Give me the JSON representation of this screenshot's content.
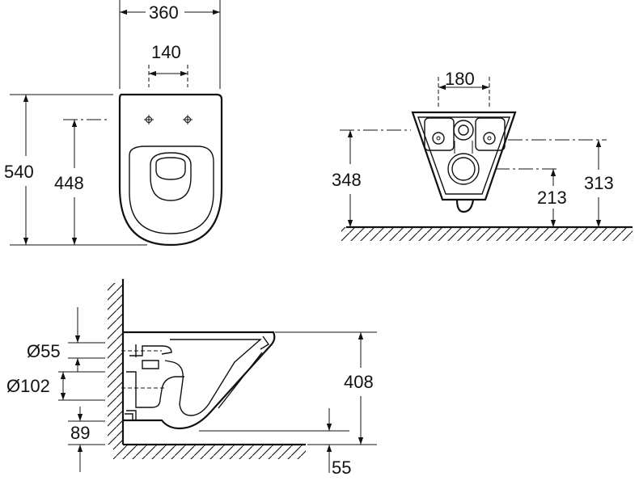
{
  "dimensions": {
    "top_width": "360",
    "bolt_spacing": "140",
    "total_length": "540",
    "bolt_height": "448",
    "rear_bolt_spacing": "180",
    "rear_height": "348",
    "outlet_height": "313",
    "outlet_center": "213",
    "inlet_diameter": "Ø55",
    "outlet_diameter": "Ø102",
    "bottom_clearance": "89",
    "side_height": "408",
    "bottom_offset": "55"
  }
}
